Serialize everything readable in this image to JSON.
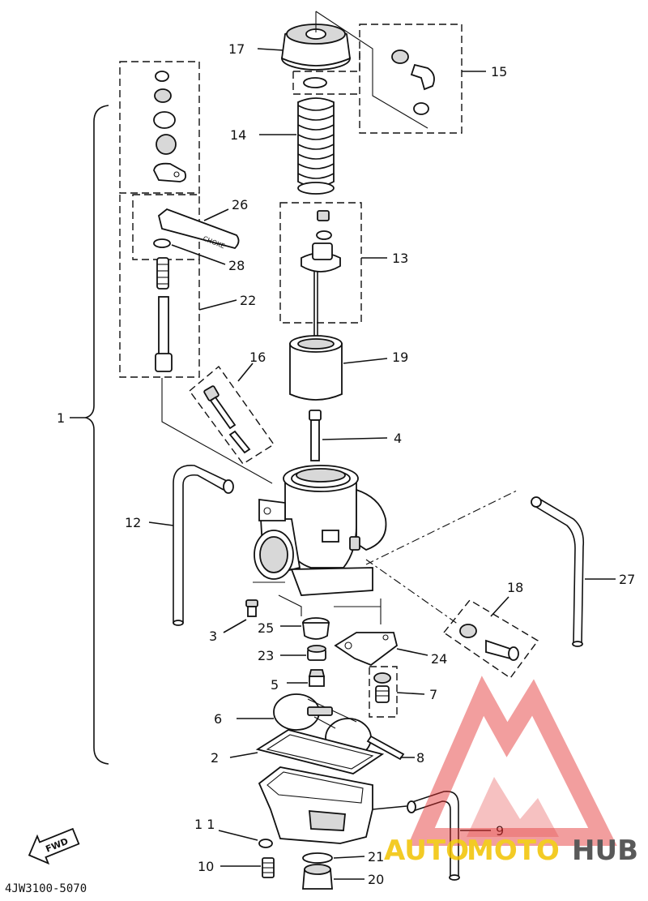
{
  "callouts": {
    "c1": "1",
    "c2": "2",
    "c3": "3",
    "c4": "4",
    "c5": "5",
    "c6": "6",
    "c7": "7",
    "c8": "8",
    "c9": "9",
    "c10": "10",
    "c11": "1 1",
    "c12": "12",
    "c13": "13",
    "c14": "14",
    "c15": "15",
    "c16": "16",
    "c17": "17",
    "c18": "18",
    "c19": "19",
    "c20": "20",
    "c21": "21",
    "c22": "22",
    "c23": "23",
    "c24": "24",
    "c25": "25",
    "c26": "26",
    "c27": "27",
    "c28": "28"
  },
  "fwd_label": "FWD",
  "choke_label": "CHOKE",
  "part_number": "4JW3100-5070",
  "watermark": {
    "auto": "AUTO",
    "moto": "MOTO",
    "hub": "HUB",
    "colors": {
      "auto": "#f2c300",
      "moto": "#f2c300",
      "hub": "#3d3d3d",
      "triangle": "#e23030"
    }
  }
}
